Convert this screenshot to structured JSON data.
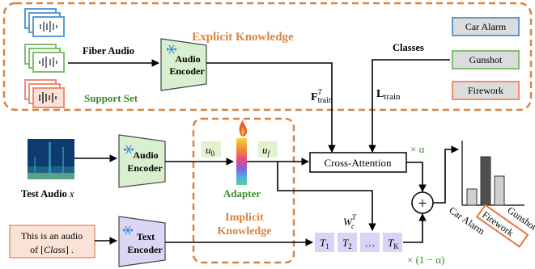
{
  "explicit": {
    "title": "Explicit Knowledge",
    "fiber_audio": "Fiber Audio",
    "support_set": "Support Set",
    "audio_encoder": [
      "Audio",
      "Encoder"
    ],
    "classes_label": "Classes",
    "class_boxes": [
      {
        "label": "Car Alarm",
        "color": "#5b9bd5"
      },
      {
        "label": "Gunshot",
        "color": "#7fbf6e"
      },
      {
        "label": "Firework",
        "color": "#f08c72"
      }
    ],
    "f_train": {
      "base": "F",
      "sup": "T",
      "sub": "train"
    },
    "l_train": {
      "base": "L",
      "sub": "train"
    }
  },
  "main": {
    "test_audio": {
      "text": "Test Audio",
      "var": "x"
    },
    "audio_encoder": [
      "Audio",
      "Encoder"
    ],
    "text_encoder": [
      "Text",
      "Encoder"
    ],
    "prompt_line1": "This is an audio",
    "prompt_line2": {
      "pre": "of  [",
      "class": "Class",
      "post": "] ."
    },
    "u0": {
      "base": "u",
      "sub": "0"
    },
    "uf": {
      "base": "u",
      "sub": "f"
    },
    "adapter": "Adapter",
    "implicit": [
      "Implicit",
      "Knowledge"
    ],
    "cross_attention": "Cross-Attention",
    "alpha": "× α",
    "one_minus_alpha": "× (1 − α)",
    "wc": {
      "base": "W",
      "sup": "T",
      "sub": "c"
    },
    "tokens": [
      {
        "base": "T",
        "sub": "1"
      },
      {
        "base": "T",
        "sub": "2"
      },
      {
        "base": "…",
        "sub": ""
      },
      {
        "base": "T",
        "sub": "K"
      }
    ],
    "plus": "+"
  },
  "chart_data": {
    "type": "bar",
    "categories": [
      "Car Alarm",
      "Firework",
      "Gunshot"
    ],
    "values": [
      0.25,
      0.75,
      0.45
    ],
    "title": "",
    "xlabel": "",
    "ylabel": "",
    "ylim": [
      0,
      1
    ],
    "colors": [
      "#d0d0d0",
      "#505050",
      "#d0d0d0"
    ],
    "highlight": "Firework",
    "highlight_color": "#e8773a"
  },
  "colors": {
    "orange": "#d9833e",
    "green_label": "#3a8a2a",
    "encoder_green": "#d9f0d0",
    "encoder_purple": "#dcd6f5",
    "token_fill": "#d9d4f7",
    "prompt_fill": "#fbe2d6"
  },
  "icons": [
    "snowflake-icon",
    "flame-icon"
  ]
}
